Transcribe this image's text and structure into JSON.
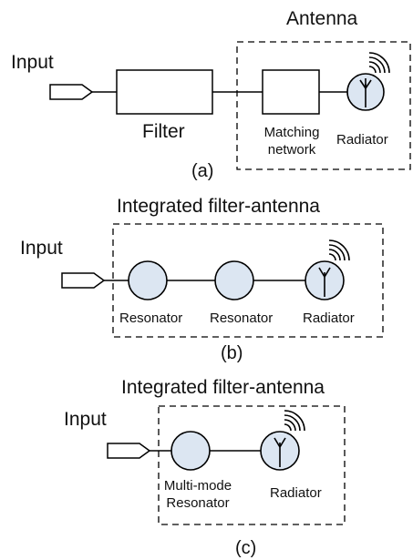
{
  "panel_a": {
    "input_label": "Input",
    "antenna_label": "Antenna",
    "filter_label": "Filter",
    "matching_label": "Matching\nnetwork",
    "radiator_label": "Radiator",
    "caption": "(a)"
  },
  "panel_b": {
    "title": "Integrated filter-antenna",
    "input_label": "Input",
    "resonator1_label": "Resonator",
    "resonator2_label": "Resonator",
    "radiator_label": "Radiator",
    "caption": "(b)"
  },
  "panel_c": {
    "title": "Integrated filter-antenna",
    "input_label": "Input",
    "multimode_label": "Multi-mode\nResonator",
    "radiator_label": "Radiator",
    "caption": "(c)"
  },
  "colors": {
    "stroke": "#000000",
    "circle_fill": "#dce6f2",
    "dash": "#000000"
  }
}
